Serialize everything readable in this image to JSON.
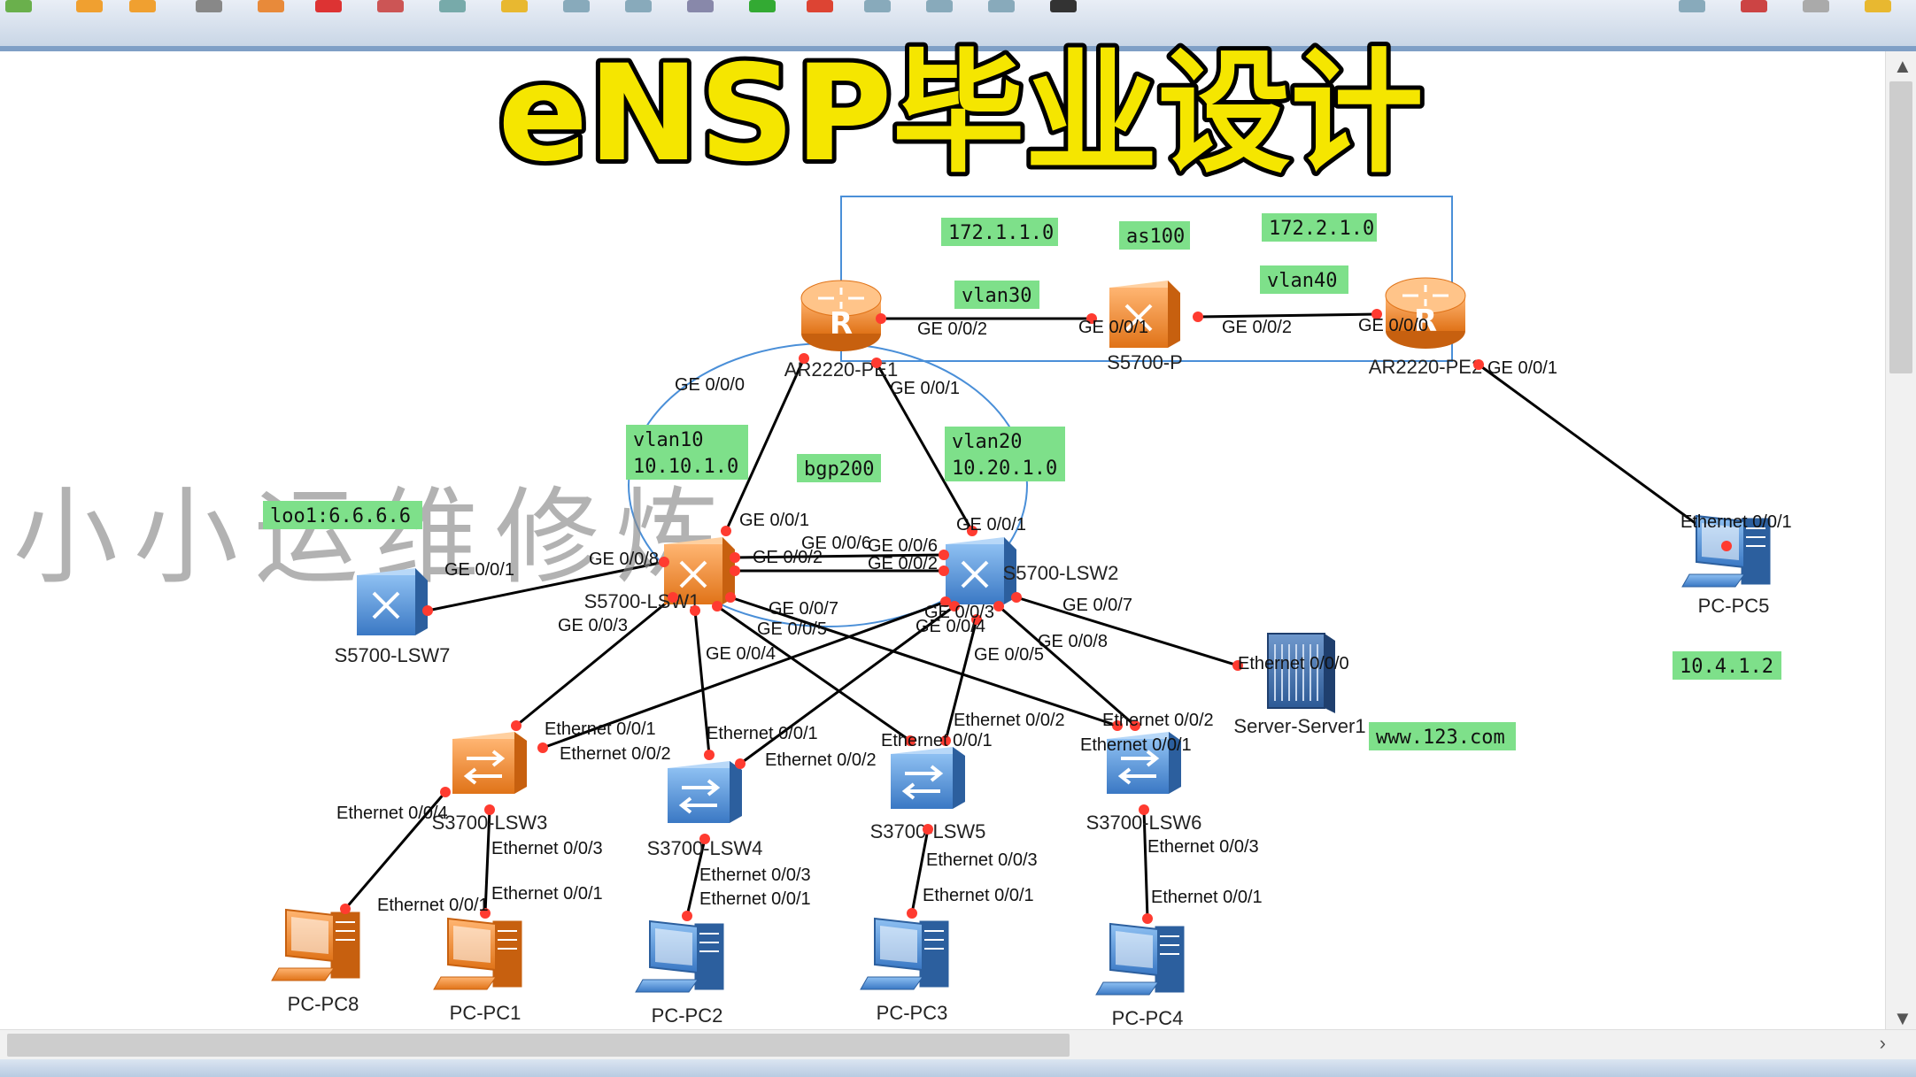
{
  "title": "eNSP毕业设计",
  "watermark": "小小运维修炼",
  "colors": {
    "title_fill": "#f5e600",
    "title_stroke": "#000000",
    "label_bg": "#7ee08a",
    "link": "#000000",
    "port_dot": "#ff3b30",
    "router": "#f28a2e",
    "switch_blue": "#4f8fd6",
    "switch_orange": "#f4a35a",
    "pc_blue": "#4a8fd8",
    "pc_orange": "#f09a45",
    "server": "#3f6fae"
  },
  "devices": [
    {
      "id": "pe1",
      "label": "AR2220-PE1",
      "icon": "router-icon",
      "color": "orange"
    },
    {
      "id": "p",
      "label": "S5700-P",
      "icon": "core-switch-icon",
      "color": "orange"
    },
    {
      "id": "pe2",
      "label": "AR2220-PE2",
      "icon": "router-icon",
      "color": "orange"
    },
    {
      "id": "lsw1",
      "label": "S5700-LSW1",
      "icon": "core-switch-icon",
      "color": "orange"
    },
    {
      "id": "lsw2",
      "label": "S5700-LSW2",
      "icon": "core-switch-icon",
      "color": "blue"
    },
    {
      "id": "lsw7",
      "label": "S5700-LSW7",
      "icon": "core-switch-icon",
      "color": "blue"
    },
    {
      "id": "lsw3",
      "label": "S3700-LSW3",
      "icon": "access-switch-icon",
      "color": "orange"
    },
    {
      "id": "lsw4",
      "label": "S3700-LSW4",
      "icon": "access-switch-icon",
      "color": "blue"
    },
    {
      "id": "lsw5",
      "label": "S3700-LSW5",
      "icon": "access-switch-icon",
      "color": "blue"
    },
    {
      "id": "lsw6",
      "label": "S3700-LSW6",
      "icon": "access-switch-icon",
      "color": "blue"
    },
    {
      "id": "server1",
      "label": "Server-Server1",
      "icon": "server-icon",
      "color": "blue"
    },
    {
      "id": "pc5",
      "label": "PC-PC5",
      "icon": "pc-icon",
      "color": "blue"
    },
    {
      "id": "pc8",
      "label": "PC-PC8",
      "icon": "pc-icon",
      "color": "orange"
    },
    {
      "id": "pc1",
      "label": "PC-PC1",
      "icon": "pc-icon",
      "color": "orange"
    },
    {
      "id": "pc2",
      "label": "PC-PC2",
      "icon": "pc-icon",
      "color": "blue"
    },
    {
      "id": "pc3",
      "label": "PC-PC3",
      "icon": "pc-icon",
      "color": "blue"
    },
    {
      "id": "pc4",
      "label": "PC-PC4",
      "icon": "pc-icon",
      "color": "blue"
    }
  ],
  "links": [
    {
      "a": "pe1",
      "b": "p",
      "port_a": "GE 0/0/2",
      "port_b": "GE 0/0/1"
    },
    {
      "a": "p",
      "b": "pe2",
      "port_a": "GE 0/0/2",
      "port_b": "GE 0/0/0"
    },
    {
      "a": "pe2",
      "b": "pc5",
      "port_a": "GE 0/0/1",
      "port_b": "Ethernet 0/0/1"
    },
    {
      "a": "pe1",
      "b": "lsw1",
      "port_a": "GE 0/0/0",
      "port_b": "GE 0/0/1"
    },
    {
      "a": "pe1",
      "b": "lsw2",
      "port_a": "GE 0/0/1",
      "port_b": "GE 0/0/1"
    },
    {
      "a": "lsw1",
      "b": "lsw2",
      "port_a": "GE 0/0/6",
      "port_b": "GE 0/0/6"
    },
    {
      "a": "lsw1",
      "b": "lsw2",
      "port_a": "GE 0/0/2",
      "port_b": "GE 0/0/2"
    },
    {
      "a": "lsw7",
      "b": "lsw1",
      "port_a": "GE 0/0/1",
      "port_b": "GE 0/0/8"
    },
    {
      "a": "lsw1",
      "b": "lsw3",
      "port_a": "GE 0/0/3",
      "port_b": "Ethernet 0/0/1"
    },
    {
      "a": "lsw1",
      "b": "lsw4",
      "port_a": "GE 0/0/4",
      "port_b": "Ethernet 0/0/1"
    },
    {
      "a": "lsw1",
      "b": "lsw5",
      "port_a": "GE 0/0/5",
      "port_b": "Ethernet 0/0/1"
    },
    {
      "a": "lsw1",
      "b": "lsw6",
      "port_a": "GE 0/0/7",
      "port_b": "Ethernet 0/0/1"
    },
    {
      "a": "lsw2",
      "b": "lsw3",
      "port_a": "GE 0/0/3",
      "port_b": "Ethernet 0/0/2"
    },
    {
      "a": "lsw2",
      "b": "lsw4",
      "port_a": "GE 0/0/4",
      "port_b": "Ethernet 0/0/2"
    },
    {
      "a": "lsw2",
      "b": "lsw5",
      "port_a": "GE 0/0/5",
      "port_b": "Ethernet 0/0/2"
    },
    {
      "a": "lsw2",
      "b": "lsw6",
      "port_a": "GE 0/0/8",
      "port_b": "Ethernet 0/0/2"
    },
    {
      "a": "lsw2",
      "b": "server1",
      "port_a": "GE 0/0/7",
      "port_b": "Ethernet 0/0/0"
    },
    {
      "a": "lsw3",
      "b": "pc8",
      "port_a": "Ethernet 0/0/4",
      "port_b": "Ethernet 0/0/1"
    },
    {
      "a": "lsw3",
      "b": "pc1",
      "port_a": "Ethernet 0/0/3",
      "port_b": "Ethernet 0/0/1"
    },
    {
      "a": "lsw4",
      "b": "pc2",
      "port_a": "Ethernet 0/0/3",
      "port_b": "Ethernet 0/0/1"
    },
    {
      "a": "lsw5",
      "b": "pc3",
      "port_a": "Ethernet 0/0/3",
      "port_b": "Ethernet 0/0/1"
    },
    {
      "a": "lsw6",
      "b": "pc4",
      "port_a": "Ethernet 0/0/3",
      "port_b": "Ethernet 0/0/1"
    }
  ],
  "port_labels": [
    "GE 0/0/2",
    "GE 0/0/1",
    "GE 0/0/2",
    "GE 0/0/0",
    "GE 0/0/1",
    "Ethernet 0/0/1",
    "GE 0/0/0",
    "GE 0/0/1",
    "GE 0/0/1",
    "GE 0/0/1",
    "GE 0/0/6",
    "GE 0/0/2",
    "GE 0/0/6",
    "GE 0/0/2",
    "GE 0/0/8",
    "GE 0/0/1",
    "GE 0/0/3",
    "GE 0/0/4",
    "GE 0/0/5",
    "GE 0/0/7",
    "GE 0/0/3",
    "GE 0/0/4",
    "GE 0/0/5",
    "GE 0/0/8",
    "GE 0/0/7",
    "Ethernet 0/0/0",
    "Ethernet 0/0/1",
    "Ethernet 0/0/2",
    "Ethernet 0/0/1",
    "Ethernet 0/0/2",
    "Ethernet 0/0/2",
    "Ethernet 0/0/1",
    "Ethernet 0/0/2",
    "Ethernet 0/0/1",
    "Ethernet 0/0/4",
    "Ethernet 0/0/3",
    "Ethernet 0/0/1",
    "Ethernet 0/0/1",
    "Ethernet 0/0/3",
    "Ethernet 0/0/1",
    "Ethernet 0/0/3",
    "Ethernet 0/0/1",
    "Ethernet 0/0/3",
    "Ethernet 0/0/1"
  ],
  "annotations": [
    {
      "id": "net-172-1",
      "text": "172.1.1.0"
    },
    {
      "id": "as100",
      "text": "as100"
    },
    {
      "id": "net-172-2",
      "text": "172.2.1.0"
    },
    {
      "id": "vlan30",
      "text": "vlan30"
    },
    {
      "id": "vlan40",
      "text": "vlan40"
    },
    {
      "id": "vlan10",
      "text": "vlan10\n10.10.1.0"
    },
    {
      "id": "bgp200",
      "text": "bgp200"
    },
    {
      "id": "vlan20",
      "text": "vlan20\n10.20.1.0"
    },
    {
      "id": "loop",
      "text": "loo1:6.6.6.6"
    },
    {
      "id": "pc5-ip",
      "text": "10.4.1.2"
    },
    {
      "id": "www",
      "text": "www.123.com"
    }
  ]
}
